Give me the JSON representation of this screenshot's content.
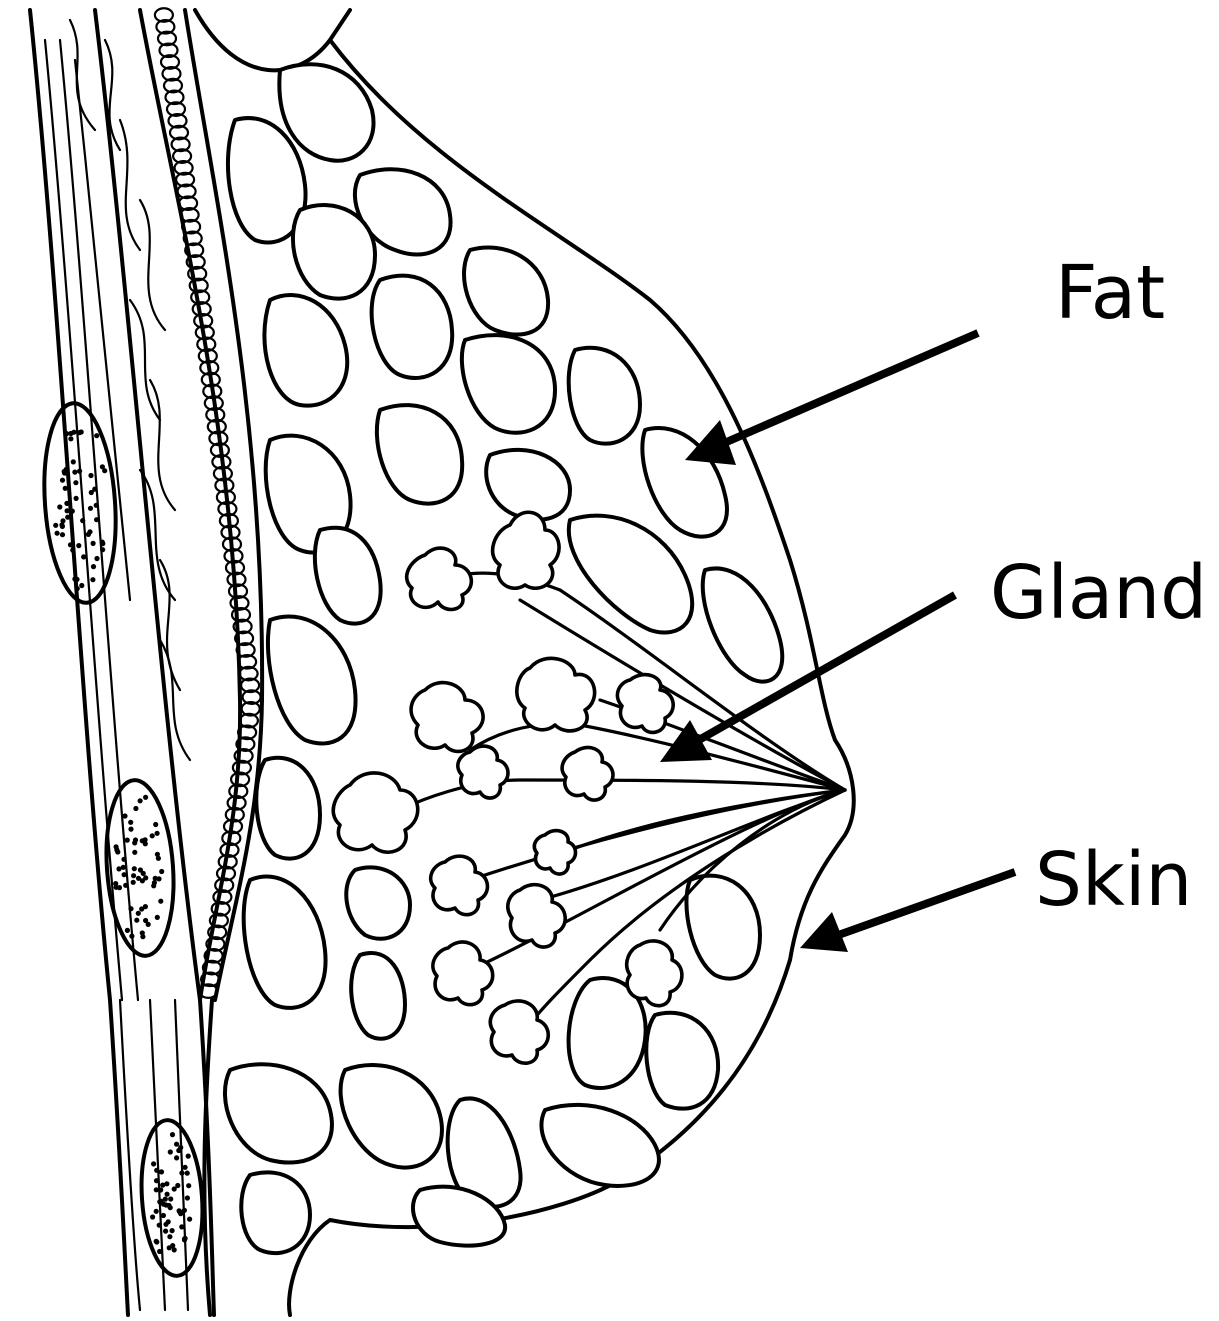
{
  "labels": {
    "fat": "Fat",
    "gland": "Gland",
    "skin": "Skin"
  },
  "colors": {
    "line": "#000000",
    "background": "#ffffff"
  }
}
